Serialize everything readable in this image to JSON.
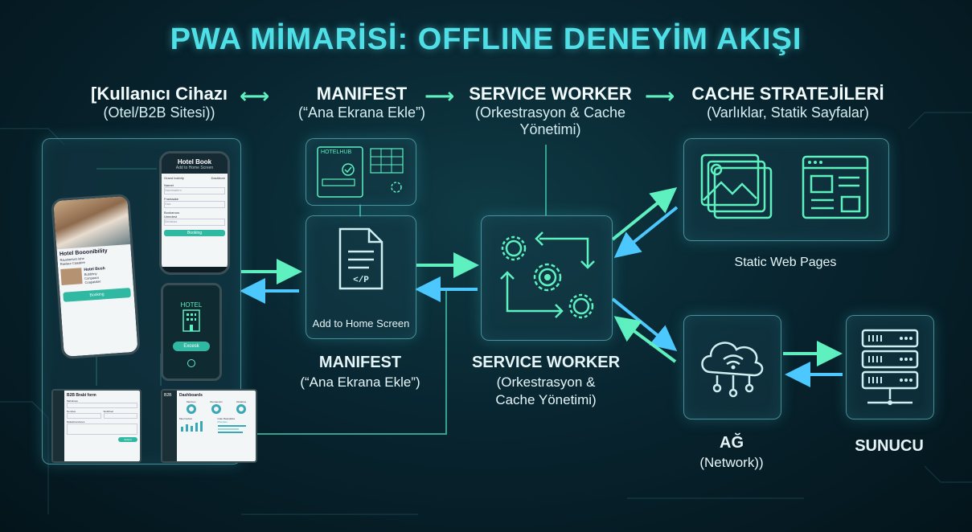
{
  "title": "PWA MİMARİSİ: OFFLINE DENEYİM AKIŞI",
  "top_headers": [
    {
      "heading": "[Kullanıcı Cihazı",
      "sub": "(Otel/B2B Sitesi))"
    },
    {
      "heading": "MANIFEST",
      "sub": "(“Ana Ekrana Ekle”)"
    },
    {
      "heading": "SERVICE WORKER",
      "sub1": "(Orkestrasyon & Cache",
      "sub2": "Yönetimi)"
    },
    {
      "heading": "CACHE STRATEJİLERİ",
      "sub": "(Varlıklar, Statik Sayfalar)"
    }
  ],
  "arrow_symbols": {
    "double": "⟷",
    "right": "⟶"
  },
  "manifest": {
    "box_label": "Add to Home Screen",
    "doc_code": "</P",
    "mini_brand": "HOTELHUB",
    "bottom_heading": "MANIFEST",
    "bottom_sub": "(“Ana Ekrana Ekle”)"
  },
  "service_worker": {
    "bottom_heading": "SERVICE WORKER",
    "bottom_sub1": "(Orkestrasyon &",
    "bottom_sub2": "Cache Yönetimi)"
  },
  "cache": {
    "caption": "Static Web Pages"
  },
  "network": {
    "heading": "AĞ",
    "sub": "(Network))"
  },
  "server": {
    "heading": "SUNUCU"
  },
  "devices": {
    "phone_right": {
      "title": "Hotel Book",
      "subtitle": "Add to Home Screen",
      "tab1": "Grand bokinfy",
      "tab2": "Dashbore",
      "field1_label": "Namet",
      "field1_value": "Namtaatern",
      "field2_label": "Frantaake",
      "field2_value": "Daa",
      "field3_label": "Bookarous",
      "field3_label2": "Umedest",
      "field3_value": "Bietakas",
      "button": "Booking"
    },
    "phone_left": {
      "hotel_name": "Hotel Booonibility",
      "item1": "Rauotaeturs lahe",
      "item2": "Raelaur Caaaitee",
      "card_title": "Hotel Bush",
      "card_sub": "Bubbhny",
      "card_line1": "Conpaocs",
      "card_line2": "Coapatatet",
      "button": "Booking"
    },
    "tablet": {
      "label": "HOTEL",
      "button": "Excesk"
    },
    "b2b_form": {
      "title": "B2B Brabi form",
      "f1": "Mahdnsas",
      "f2": "Numbes",
      "f3": "Slubhbeit",
      "f4": "Datiacfoonduces",
      "button": "Submit"
    },
    "dashboard": {
      "brand": "B2B",
      "title": "Dashboards",
      "m1": "Metrices",
      "m2": "Ruoraexsin",
      "m3": "Ruliaboe",
      "chart1": "Muermulvat",
      "chart2": "Inale Reanaldes",
      "tag": "Mnosbes"
    }
  },
  "colors": {
    "accent_cyan": "#4ee0e6",
    "arrow_green": "#5ff0c0",
    "arrow_cyan": "#4cc8ff"
  }
}
